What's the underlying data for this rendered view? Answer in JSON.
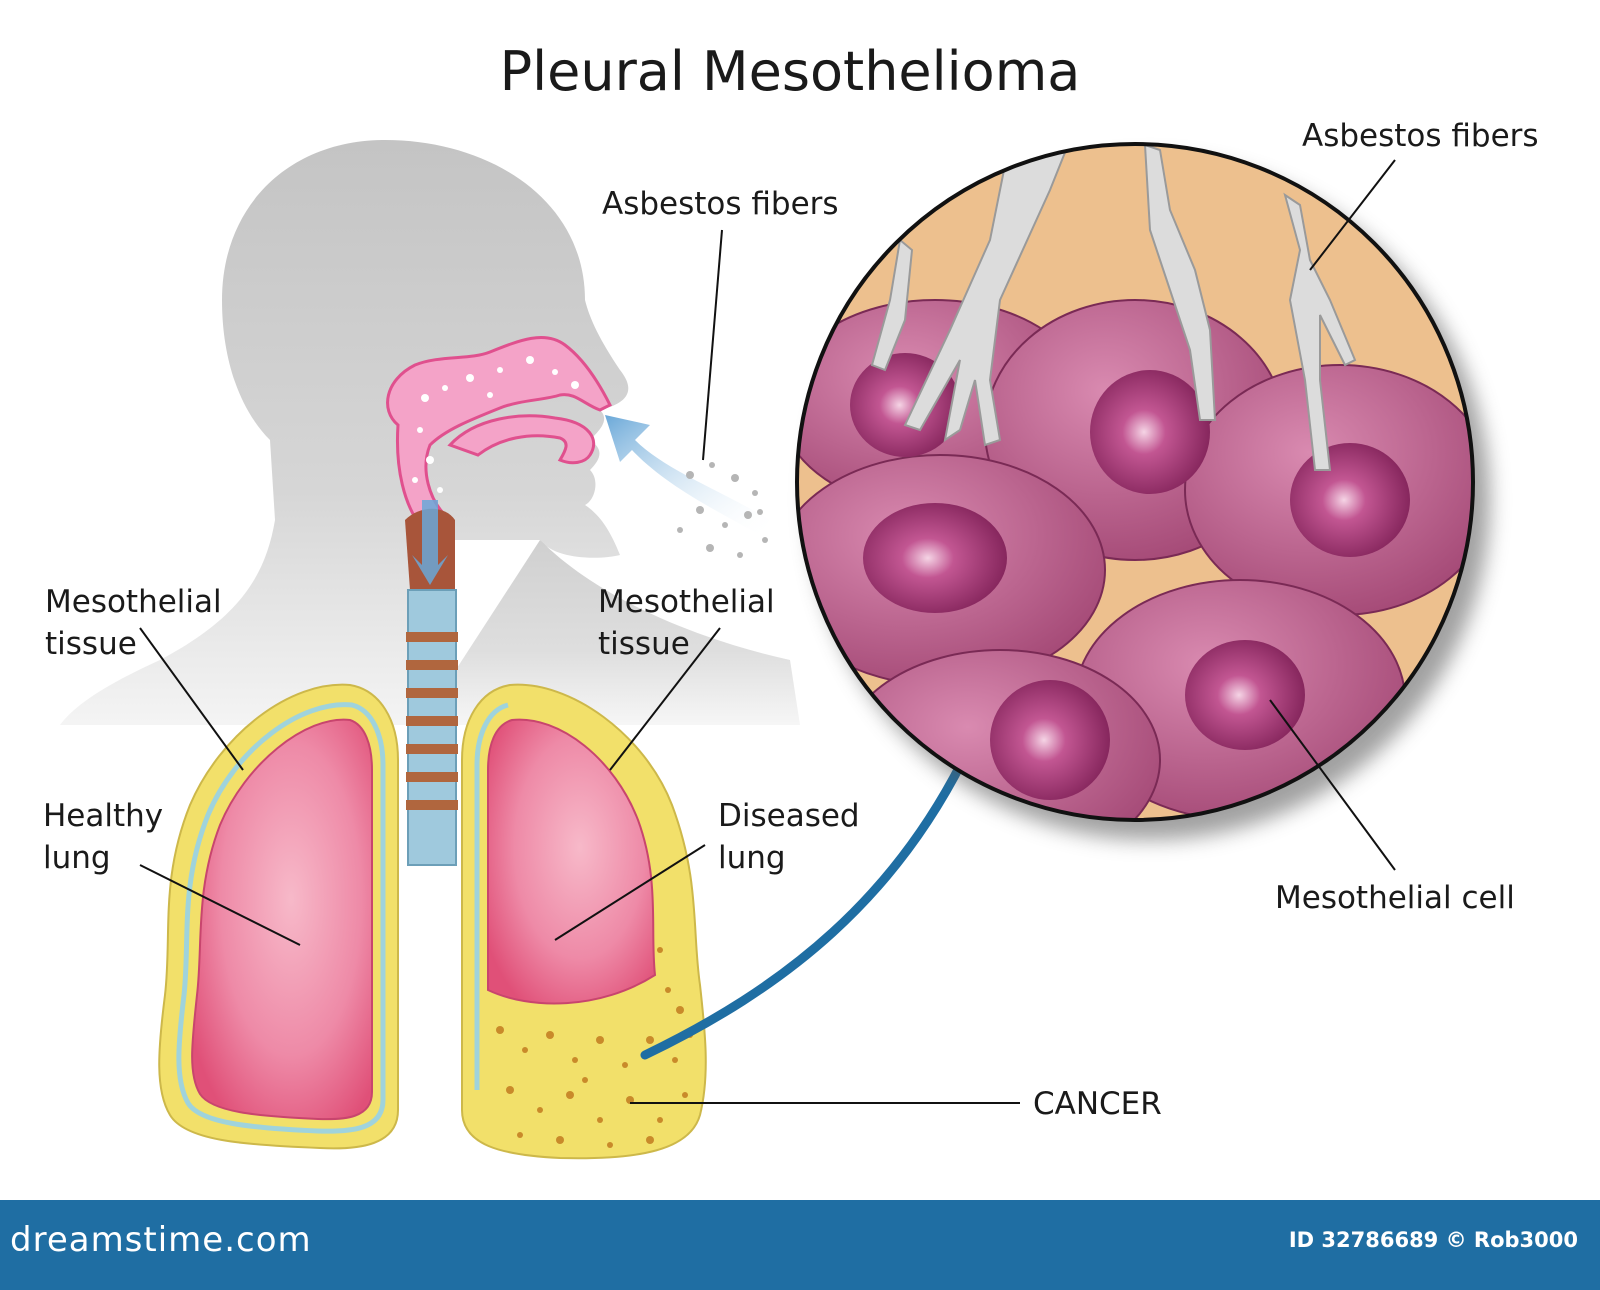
{
  "title": "Pleural Mesothelioma",
  "labels": {
    "asbestos_left": "Asbestos fibers",
    "asbestos_right": "Asbestos fibers",
    "meso_tissue_left_l1": "Mesothelial",
    "meso_tissue_left_l2": "tissue",
    "meso_tissue_right_l1": "Mesothelial",
    "meso_tissue_right_l2": "tissue",
    "healthy_l1": "Healthy",
    "healthy_l2": "lung",
    "diseased_l1": "Diseased",
    "diseased_l2": "lung",
    "meso_cell": "Mesothelial cell",
    "cancer": "CANCER"
  },
  "footer": {
    "brand": "dreamstime.com",
    "image_id": "ID 32786689 © Rob3000"
  },
  "colors": {
    "lung_pink": "#e4587e",
    "pleura_yellow": "#f2e06a",
    "pleura_blue": "#9fd3dc",
    "cell_magenta": "#b8527f",
    "background_tan": "#edc08e",
    "arrow_blue": "#1f6ea3",
    "silhouette_gray": "#c9c9c9",
    "footer_bg": "#1f6ea3"
  }
}
